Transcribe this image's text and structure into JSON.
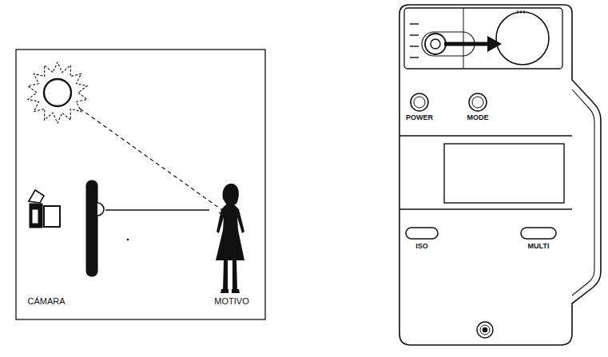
{
  "diagram": {
    "labels": [
      "CÁMARA",
      "MOTIVO",
      "POWER",
      "MODE",
      "ISO",
      "MULTI"
    ]
  }
}
